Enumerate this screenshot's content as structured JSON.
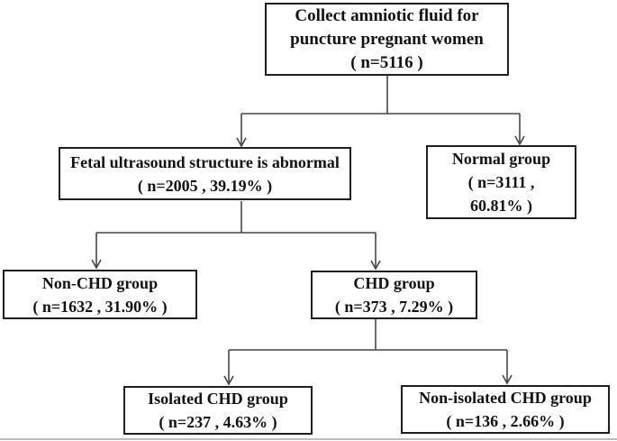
{
  "colors": {
    "background": "#ffffff",
    "box_border": "#1f1f1f",
    "text": "#121212",
    "connector": "#454545"
  },
  "nodes": {
    "root": {
      "lines": [
        "Collect amniotic fluid for",
        "puncture pregnant women",
        "( n=5116 )"
      ]
    },
    "abnormal": {
      "lines": [
        "Fetal ultrasound structure is abnormal",
        "( n=2005 , 39.19% )"
      ]
    },
    "normal": {
      "lines": [
        "Normal group",
        "( n=3111 ,",
        "60.81% )"
      ]
    },
    "non_chd": {
      "lines": [
        "Non-CHD group",
        "( n=1632 , 31.90% )"
      ]
    },
    "chd": {
      "lines": [
        "CHD group",
        "( n=373 , 7.29% )"
      ]
    },
    "isolated": {
      "lines": [
        "Isolated CHD group",
        "( n=237 , 4.63% )"
      ]
    },
    "non_isolated": {
      "lines": [
        "Non-isolated CHD group",
        "( n=136 , 2.66% )"
      ]
    }
  }
}
